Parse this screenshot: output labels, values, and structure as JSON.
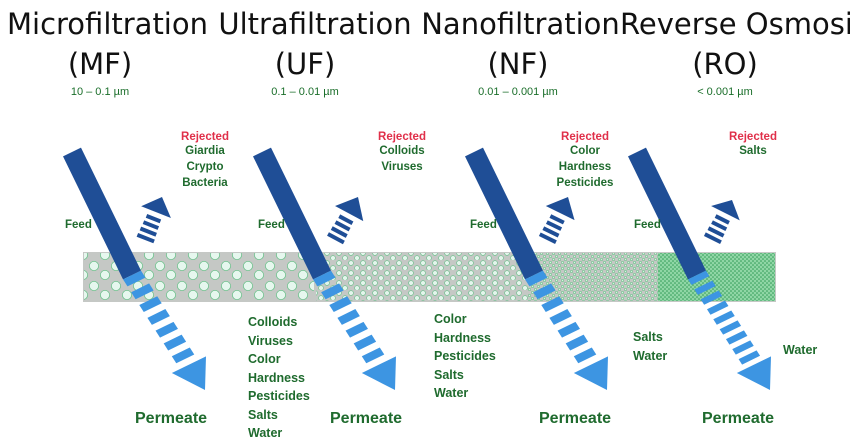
{
  "processes": [
    {
      "id": "mf",
      "title": "Microfiltration",
      "abbr": "(MF)",
      "range": "10 – 0.1 µm",
      "rejected_heading": "Rejected",
      "rejected": [
        "Giardia",
        "Crypto",
        "Bacteria"
      ],
      "feed_label": "Feed",
      "permeate_list": [],
      "permeate_label": "Permeate"
    },
    {
      "id": "uf",
      "title": "Ultrafiltration",
      "abbr": "(UF)",
      "range": "0.1 – 0.01 µm",
      "rejected_heading": "Rejected",
      "rejected": [
        "Colloids",
        "Viruses"
      ],
      "feed_label": "Feed",
      "permeate_list": [
        "Colloids",
        "Viruses",
        "Color",
        "Hardness",
        "Pesticides",
        "Salts",
        "Water"
      ],
      "permeate_label": "Permeate"
    },
    {
      "id": "nf",
      "title": "Nanofiltration",
      "abbr": "(NF)",
      "range": "0.01 – 0.001 µm",
      "rejected_heading": "Rejected",
      "rejected": [
        "Color",
        "Hardness",
        "Pesticides"
      ],
      "feed_label": "Feed",
      "permeate_list": [
        "Color",
        "Hardness",
        "Pesticides",
        "Salts",
        "Water"
      ],
      "permeate_label": "Permeate"
    },
    {
      "id": "ro",
      "title": "Reverse Osmosis",
      "abbr": "(RO)",
      "range": "< 0.001 µm",
      "rejected_heading": "Rejected",
      "rejected": [
        "Salts"
      ],
      "feed_label": "Feed",
      "permeate_list": [
        "Salts",
        "Water"
      ],
      "permeate_list_2": [
        "Water"
      ],
      "permeate_label": "Permeate"
    }
  ],
  "colors": {
    "feed_arrow": "#1f4e96",
    "permeate_arrow": "#3d95e2",
    "membrane": "#c5c8c5",
    "pore": "#e6f7ee",
    "pore_stroke": "#6cc28c",
    "label_green": "#1f6b2e",
    "rejected_red": "#e0304a"
  }
}
